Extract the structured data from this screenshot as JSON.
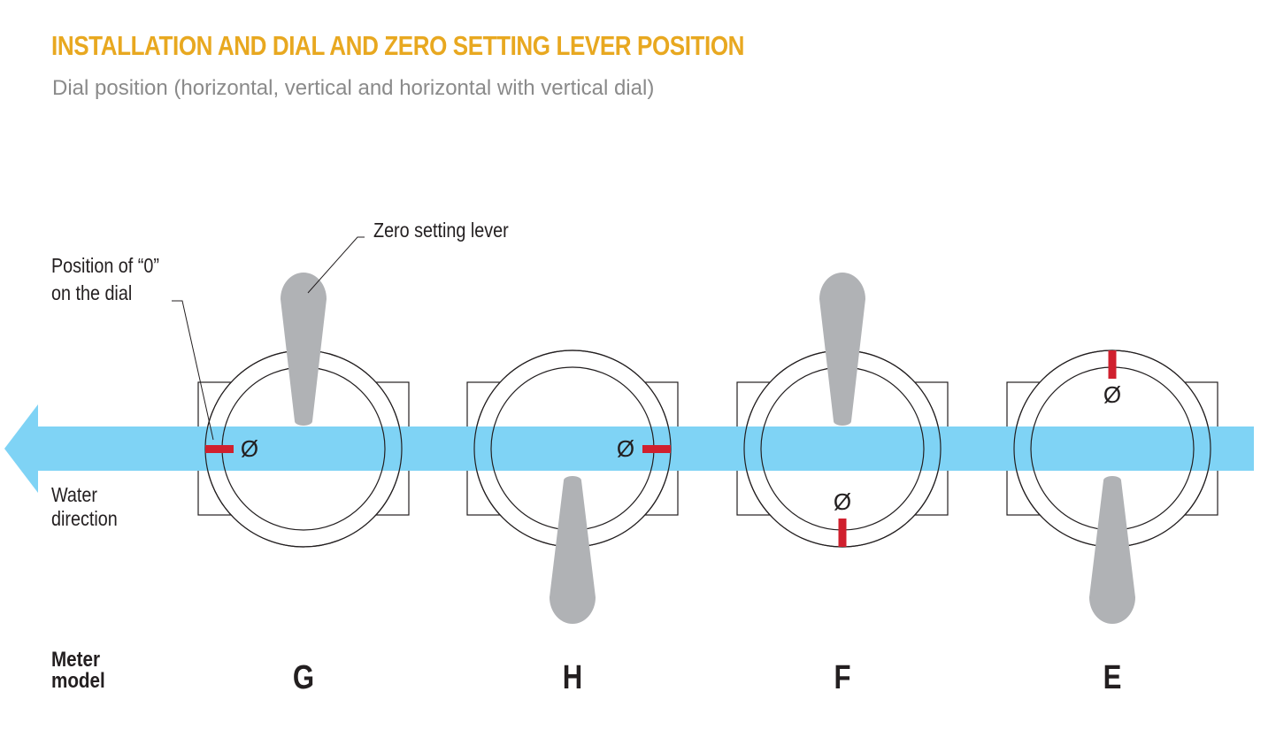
{
  "header": {
    "title": "INSTALLATION AND DIAL AND ZERO SETTING LEVER POSITION",
    "subtitle": "Dial position (horizontal, vertical and horizontal with vertical dial)"
  },
  "labels": {
    "zero_lever": "Zero setting lever",
    "zero_position_line1": "Position of “0”",
    "zero_position_line2": "on the dial",
    "water_line1": "Water",
    "water_line2": "direction",
    "meter_model_line1": "Meter",
    "meter_model_line2": "model",
    "zero_symbol": "Ø"
  },
  "meters": [
    {
      "model": "G",
      "zero_mark": "left",
      "lever": "up"
    },
    {
      "model": "H",
      "zero_mark": "right",
      "lever": "down"
    },
    {
      "model": "F",
      "zero_mark": "bottom",
      "lever": "up"
    },
    {
      "model": "E",
      "zero_mark": "top",
      "lever": "down"
    }
  ],
  "colors": {
    "title": "#e8a820",
    "subtitle": "#8a8a8a",
    "water_flow": "#7fd3f5",
    "lever": "#b0b2b5",
    "zero_mark": "#d0202e",
    "outline": "#231f20"
  }
}
